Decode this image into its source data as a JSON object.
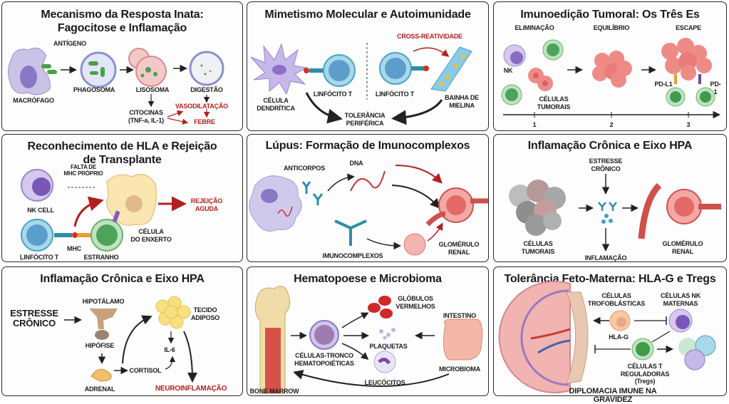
{
  "panels": [
    {
      "title": "Mecanismo da Resposta Inata:\nFagocitose e Inflamação",
      "labels": {
        "antigen": "ANTÍGENO",
        "macrophage": "MACRÓFAGO",
        "phagosome": "PHAGOSOMA",
        "lysosome": "LISOSOMA",
        "digestion": "DIGESTÃO",
        "cytokines": "CITOCINAS\n(TNF-a, IL-1)",
        "vasodilation": "VASODILATAÇÃO",
        "fever": "FEBRE"
      }
    },
    {
      "title": "Mimetismo Molecular e Autoimunidade",
      "labels": {
        "cross": "CROSS-REATIVIDADE",
        "dendritic": "CÉLULA\nDENDRÍTICA",
        "tcell1": "LINFÓCITO T",
        "tcell2": "LINFÓCITO T",
        "myelin": "BAINHA DE\nMIELINA",
        "tolerance": "TOLERÂNCIA\nPERIFÉRICA"
      }
    },
    {
      "title": "Imunoedição Tumoral: Os Três Es",
      "labels": {
        "elimination": "ELIMINAÇÃO",
        "equilibrium": "EQUILÍBRIO",
        "escape": "ESCAPE",
        "nk": "NK",
        "tumor": "CÉLULAS\nTUMORAIS",
        "pdl1": "PD-L1",
        "pd1": "PD-1",
        "t1": "1",
        "t2": "2",
        "t3": "3"
      }
    },
    {
      "title": "Reconhecimento de HLA e Rejeição\nde Transplante",
      "labels": {
        "missing": "FALTA DE\nMHC PRÓPRIO",
        "nkcell": "NK CELL",
        "rejection": "REJEIÇÃO\nAGUDA",
        "graft": "CÉLULA\nDO ENXERTO",
        "mhc": "MHC",
        "tcell": "LINFÓCITO T",
        "foreign": "ESTRANHO"
      }
    },
    {
      "title": "Lúpus: Formação de Imunocomplexos",
      "labels": {
        "antibodies": "ANTICORPOS",
        "dna": "DNA",
        "complexes": "IMUNOCOMPLEXOS",
        "glomerulus": "GLOMÉRULO\nRENAL"
      }
    },
    {
      "title": "Inflamação Crônica e Eixo HPA",
      "labels": {
        "stress": "ESTRESSE\nCRÔNICO",
        "tumor": "CÉLULAS\nTUMORAIS",
        "inflammation": "INFLAMAÇÃO",
        "glomerulus": "GLOMÉRULO\nRENAL"
      }
    },
    {
      "title": "Inflamação Crônica e Eixo HPA",
      "labels": {
        "stress": "ESTRESSE\nCRÔNICO",
        "hypothalamus": "HIPOTÁLAMO",
        "pituitary": "HIPÓFISE",
        "adrenal": "ADRENAL",
        "cortisol": "CORTISOL",
        "il6": "IL-6",
        "adipose": "TECIDO\nADIPOSO",
        "neuro": "NEUROINFLAMAÇÃO"
      }
    },
    {
      "title": "Hematopoese e Microbioma",
      "labels": {
        "rbc": "GLÓBULOS\nVERMELHOS",
        "intestine": "INTESTINO",
        "platelets": "PLAQUETAS",
        "stem": "CÉLULAS-TRONCO\nHEMATOPOIÉTICAS",
        "leukocytes": "LEUCÓCITOS",
        "microbiome": "MICROBIOMA",
        "marrow": "BONE MARROW"
      }
    },
    {
      "title": "Tolerância Feto-Materna: HLA-G e Tregs",
      "labels": {
        "tropho": "CÉLULAS\nTROFOBLÁSTICAS",
        "nk": "CÉLULAS NK\nMATERNAS",
        "hlag": "HLA-G",
        "treg": "CÉLULAS T\nREGULADORAS\n(Tregs)",
        "diplomacy": "DIPLOMACIA IMUNE NA GRAVIDEZ"
      }
    }
  ],
  "colors": {
    "accent_red": "#b3201f",
    "border": "#2a2a2a"
  }
}
